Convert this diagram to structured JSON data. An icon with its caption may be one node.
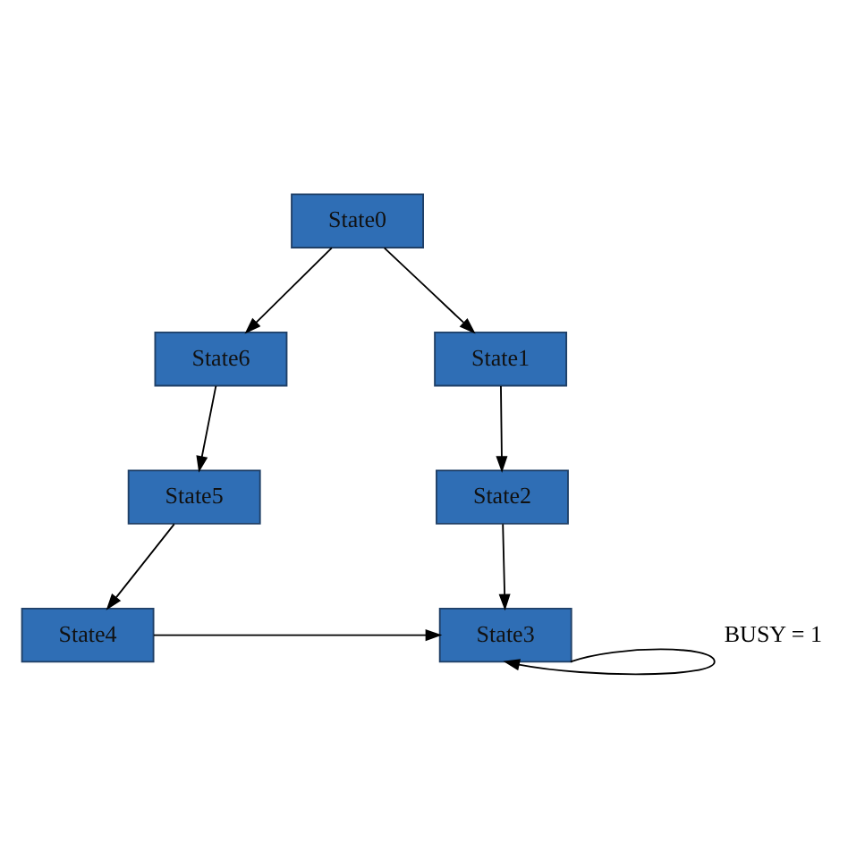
{
  "diagram": {
    "nodes": [
      {
        "text": [
          "State0"
        ]
      },
      {
        "text": [
          "State6"
        ]
      },
      {
        "text": [
          "State1"
        ]
      },
      {
        "text": [
          "State5"
        ]
      },
      {
        "text": [
          "State2"
        ]
      },
      {
        "text": [
          "State4"
        ]
      },
      {
        "text": [
          "State3"
        ]
      }
    ],
    "edges": [
      {
        "from": 0,
        "to": 1,
        "arrow": "to"
      },
      {
        "from": 0,
        "to": 2,
        "arrow": "to"
      },
      {
        "from": 1,
        "to": 3,
        "arrow": "to"
      },
      {
        "from": 2,
        "to": 4,
        "arrow": "to"
      },
      {
        "from": 3,
        "to": 5,
        "arrow": "to"
      },
      {
        "from": 4,
        "to": 6,
        "arrow": "to"
      },
      {
        "from": 5,
        "to": 6,
        "arrow": "to"
      },
      {
        "from": 6,
        "to": 6,
        "arrow": "to",
        "label": "BUSY = 1"
      }
    ]
  }
}
